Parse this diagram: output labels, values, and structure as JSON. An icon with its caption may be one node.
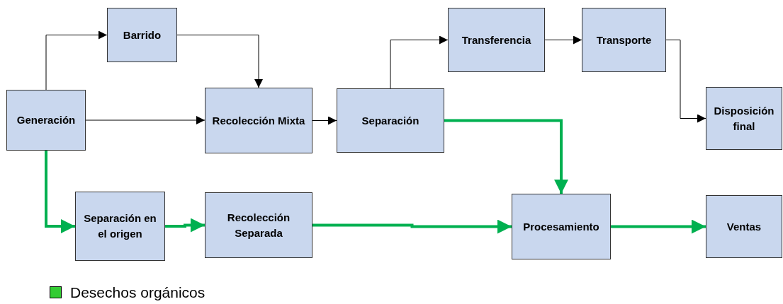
{
  "diagram": {
    "nodes": [
      {
        "text": [
          "Generación"
        ]
      },
      {
        "text": [
          "Barrido"
        ]
      },
      {
        "text": [
          "Recolección Mixta"
        ]
      },
      {
        "text": [
          "Separación"
        ]
      },
      {
        "text": [
          "Transferencia"
        ]
      },
      {
        "text": [
          "Transporte"
        ]
      },
      {
        "text": [
          "Disposición final"
        ]
      },
      {
        "text": [
          "Separación en el origen"
        ]
      },
      {
        "text": [
          "Recolección Separada"
        ]
      },
      {
        "text": [
          "Procesamiento"
        ]
      },
      {
        "text": [
          "Ventas"
        ]
      }
    ],
    "edges": [
      {
        "from": 0,
        "to": 1,
        "arrow": "to"
      },
      {
        "from": 1,
        "to": 2,
        "arrow": "to"
      },
      {
        "from": 0,
        "to": 2,
        "arrow": "to"
      },
      {
        "from": 2,
        "to": 3,
        "arrow": "to"
      },
      {
        "from": 3,
        "to": 4,
        "arrow": "to"
      },
      {
        "from": 4,
        "to": 5,
        "arrow": "to"
      },
      {
        "from": 5,
        "to": 6,
        "arrow": "to"
      },
      {
        "from": 0,
        "to": 7,
        "arrow": "to",
        "style": "thick",
        "color": "#00b050"
      },
      {
        "from": 7,
        "to": 8,
        "arrow": "to",
        "style": "thick",
        "color": "#00b050"
      },
      {
        "from": 8,
        "to": 9,
        "arrow": "to",
        "style": "thick",
        "color": "#00b050"
      },
      {
        "from": 3,
        "to": 9,
        "arrow": "to",
        "style": "thick",
        "color": "#00b050"
      },
      {
        "from": 9,
        "to": 10,
        "arrow": "to",
        "style": "thick",
        "color": "#00b050"
      }
    ],
    "legend": [
      {
        "text": "Desechos orgánicos",
        "color": "#33cc33"
      }
    ]
  }
}
